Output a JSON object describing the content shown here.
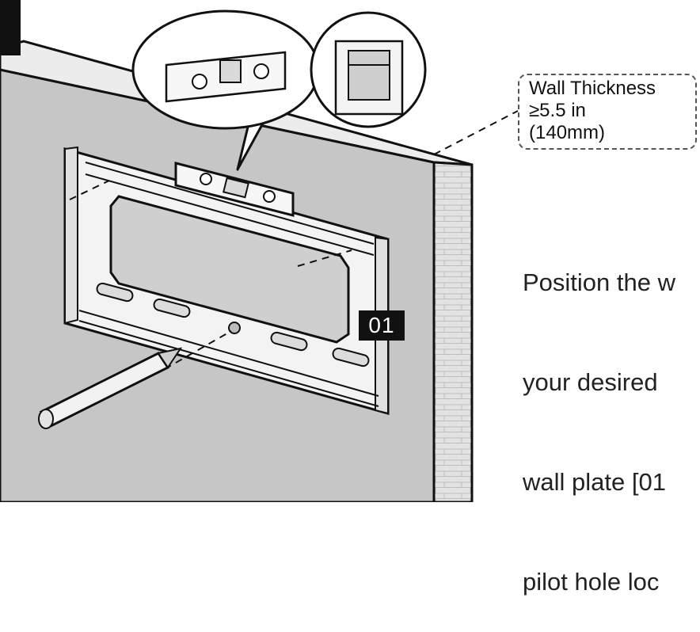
{
  "callout": {
    "label_line1": "Wall Thickness",
    "label_line2": "≥5.5 in",
    "label_line3": "(140mm)"
  },
  "instruction": {
    "line1": "Position the w",
    "line2": "your desired",
    "line3": "wall plate [01",
    "line4": "pilot hole loc"
  },
  "part": {
    "id": "01"
  },
  "colors": {
    "wall_face": "#c8c8c8",
    "wall_top": "#e6e6e6",
    "wall_edge": "#dcdcdc",
    "line": "#111111",
    "plate": "#f2f2f2"
  }
}
